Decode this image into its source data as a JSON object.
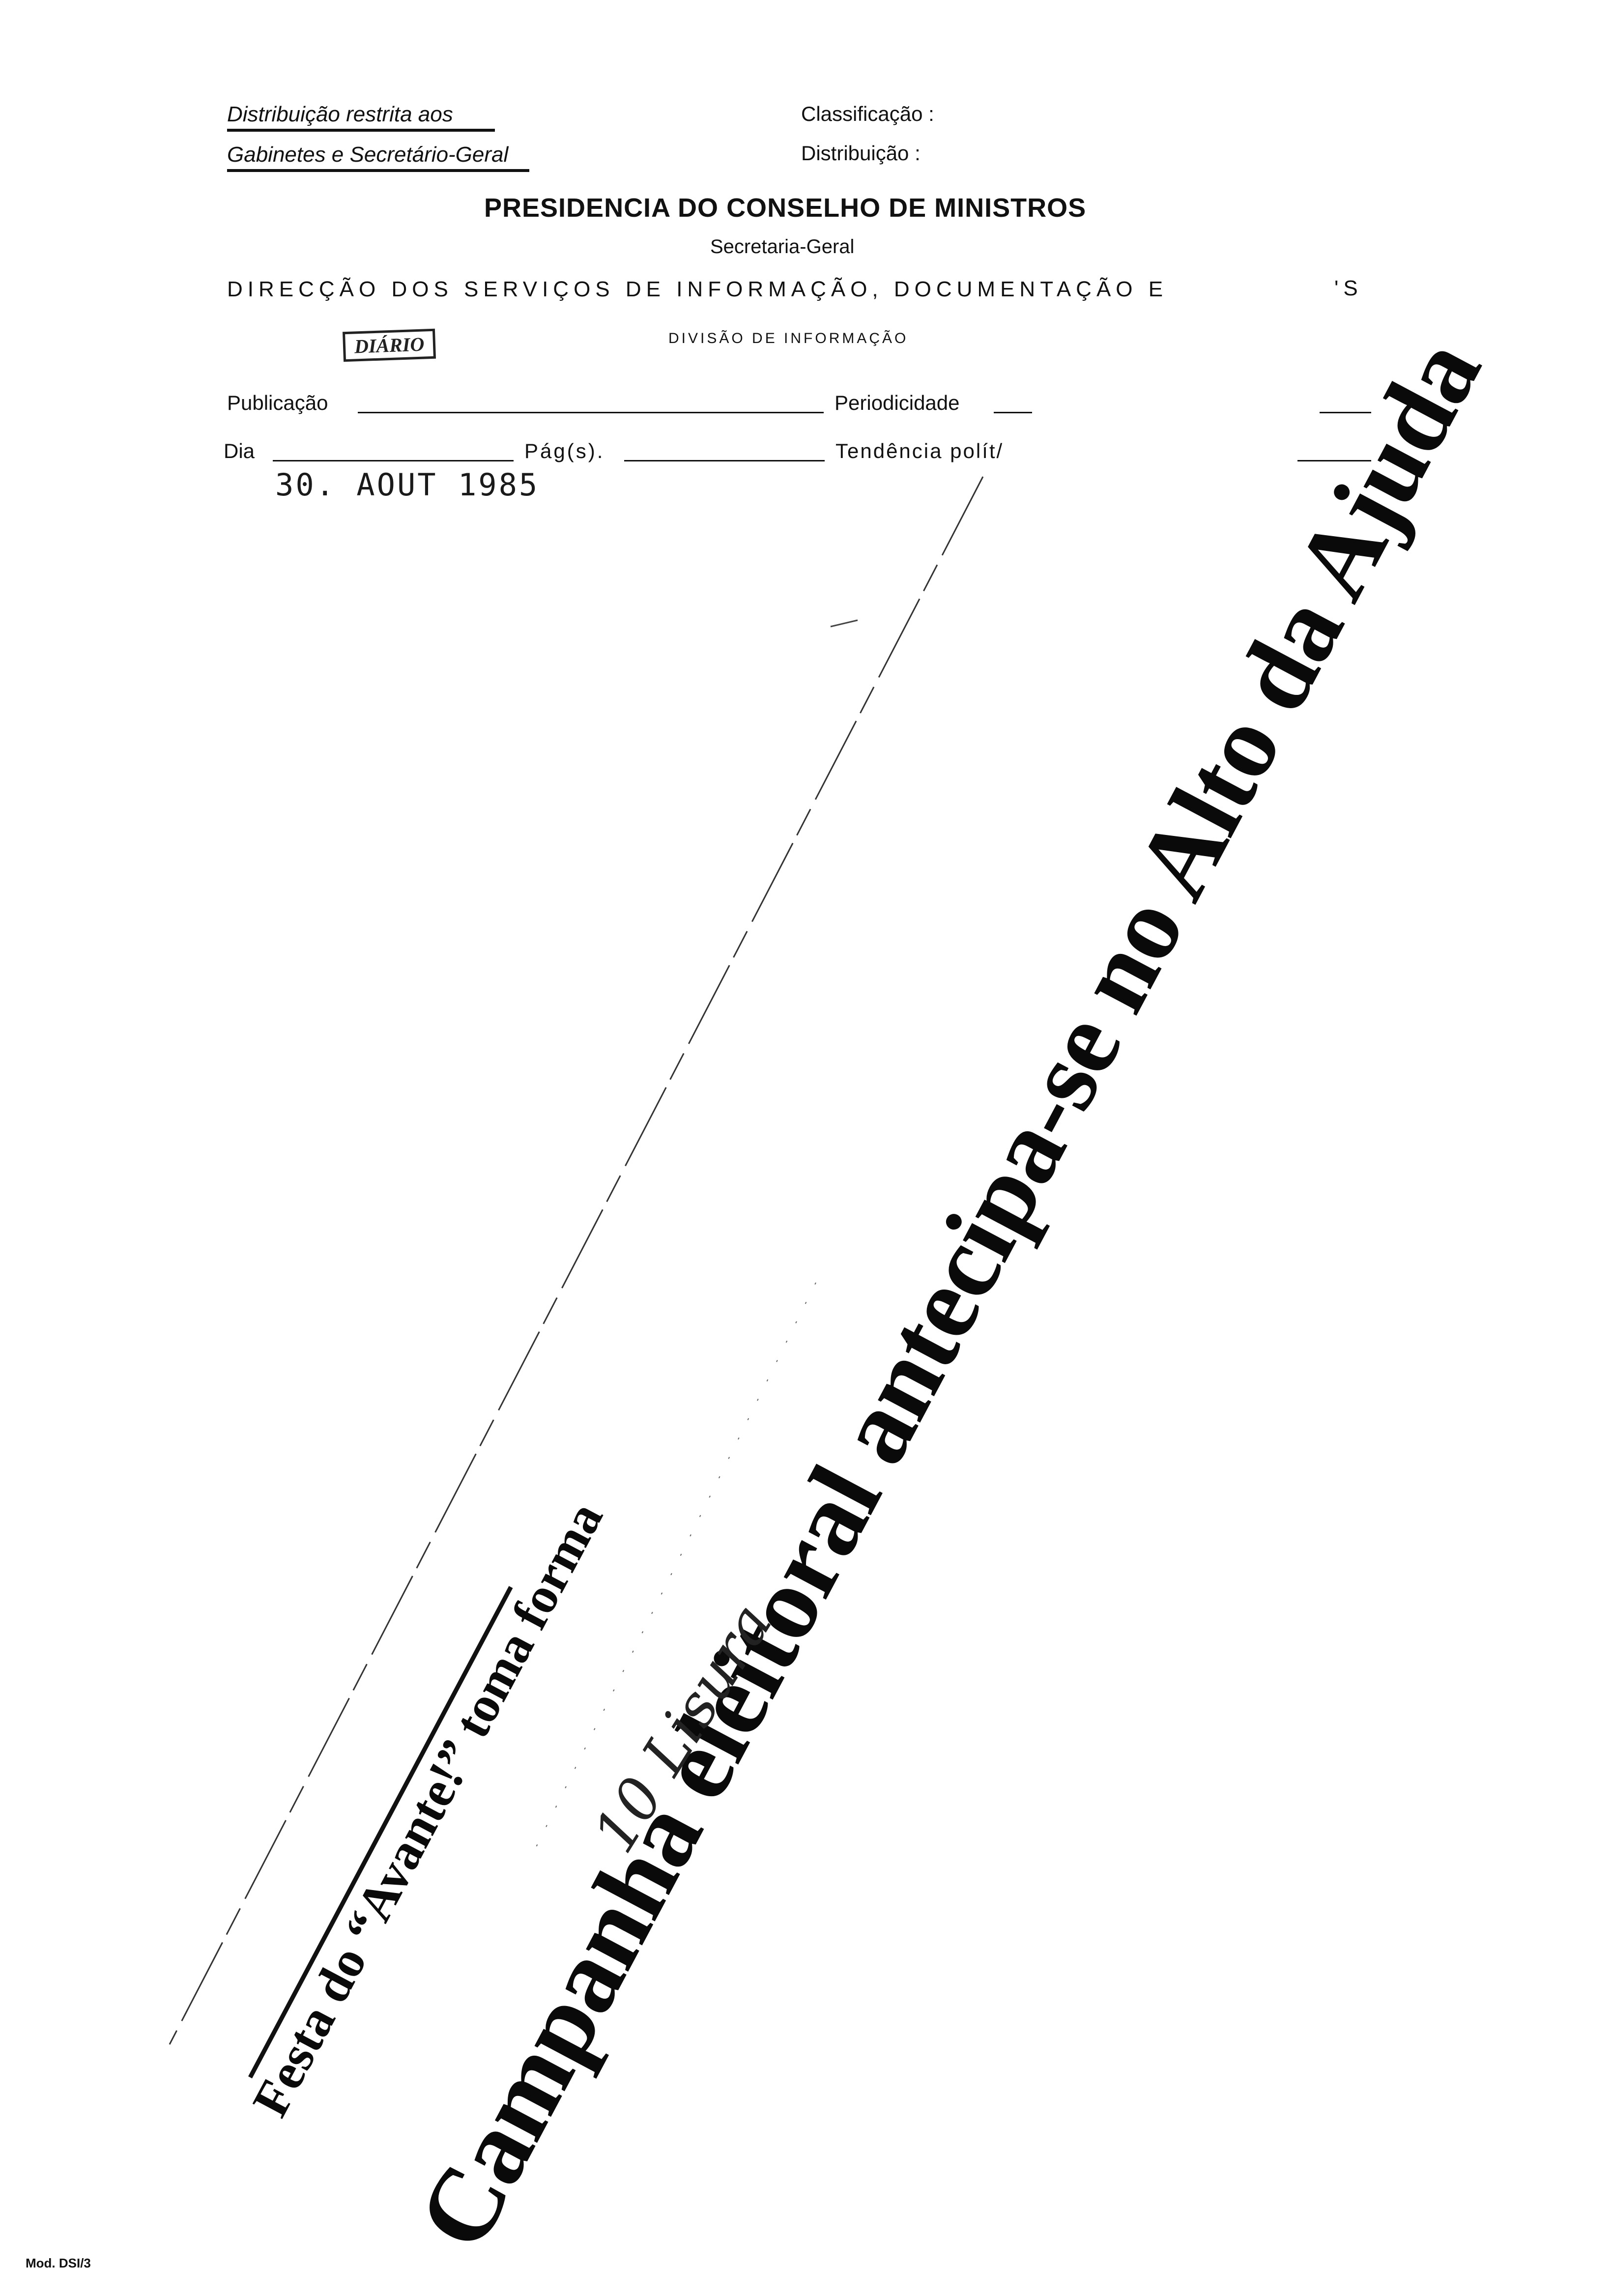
{
  "header": {
    "restriction_line1": "Distribuição restrita aos",
    "restriction_line2": "Gabinetes e Secretário-Geral",
    "classificacao_label": "Classificação :",
    "distribuicao_label": "Distribuição :",
    "organization": "PRESIDENCIA DO CONSELHO DE MINISTROS",
    "secretariat": "Secretaria-Geral",
    "directorate": "DIRECÇÃO DOS SERVIÇOS DE INFORMAÇÃO, DOCUMENTAÇÃO E",
    "directorate_tail": "'S",
    "division": "DIVISÃO DE INFORMAÇÃO",
    "stamp_text": "DIÁRIO"
  },
  "form": {
    "publicacao_label": "Publicação",
    "periodicidade_label": "Periodicidade",
    "dia_label": "Dia",
    "pags_label": "Pág(s).",
    "tendencia_label": "Tendência polít/",
    "date_stamp": "30. AOUT 1985"
  },
  "clipping": {
    "subheadline": "Festa do “Avante!” toma forma",
    "headline": "Campanha eleitoral antecipa-se no Alto da Ajuda",
    "handwritten_note": "10 Lisura"
  },
  "footer": {
    "form_code": "Mod. DSI/3"
  }
}
